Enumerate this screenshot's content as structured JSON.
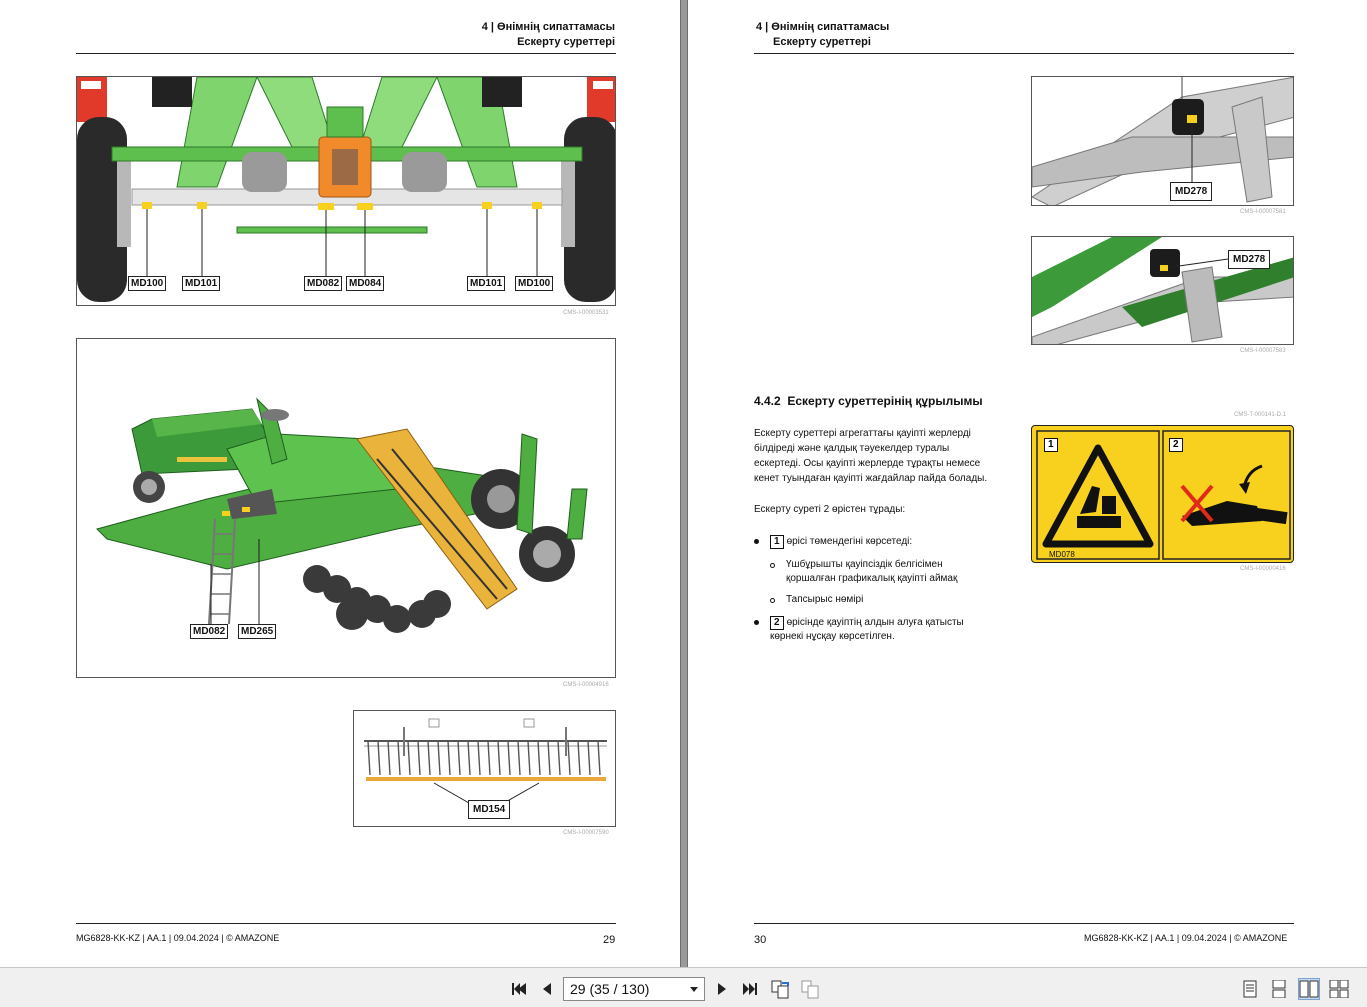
{
  "left_page": {
    "header_chapter": "4 | Өнімнің сипаттамасы",
    "header_section": "Ескерту суреттері",
    "fig1": {
      "callouts": [
        "MD100",
        "MD101",
        "MD082",
        "MD084",
        "MD101",
        "MD100"
      ],
      "id": "CMS-I-00003531"
    },
    "fig2": {
      "callouts": [
        "MD082",
        "MD265"
      ],
      "id": "CMS-I-00004916"
    },
    "fig3": {
      "callouts": [
        "MD154"
      ],
      "id": "CMS-I-00007590"
    },
    "footer": "MG6828-KK-KZ | AA.1 | 09.04.2024 | © AMAZONE",
    "page_number": "29"
  },
  "right_page": {
    "header_chapter": "4 | Өнімнің сипаттамасы",
    "header_section": "Ескерту суреттері",
    "fig1": {
      "callout": "MD278",
      "id": "CMS-I-00007581"
    },
    "fig2": {
      "callout": "MD278",
      "id": "CMS-I-00007583"
    },
    "section_number": "4.4.2",
    "section_title": "Ескерту суреттерінің құрылымы",
    "section_id": "CMS-T-000141-D.1",
    "para1_lines": [
      "Ескерту суреттері агрегаттағы қауіпті жерлерді",
      "білдіреді және қалдық тәуекелдер туралы",
      "ескертеді. Осы қауіпті жерлерде тұрақты немесе",
      "кенет туындаған қауіпті жағдайлар пайда болады."
    ],
    "para2": "Ескерту суреті 2 өрістен тұрады:",
    "bullet1_num": "1",
    "bullet1_text": "өрісі төмендегіні көрсетеді:",
    "sub1_lines": [
      "Үшбұрышты қауіпсіздік белгісімен",
      "қоршалған графикалық қауіпті аймақ"
    ],
    "sub2": "Тапсырыс нөмірі",
    "bullet2_num": "2",
    "bullet2_lines": [
      "өрісінде қауіптің алдын алуға қатысты",
      "көрнекі нұсқау көрсетілген."
    ],
    "sign": {
      "field1": "1",
      "field2": "2",
      "code": "MD078",
      "id": "CMS-I-00000416"
    },
    "footer": "MG6828-KK-KZ | AA.1 | 09.04.2024 | © AMAZONE",
    "page_number": "30"
  },
  "toolbar": {
    "page_selector": "29 (35 / 130)",
    "icons": [
      "first-page-icon",
      "prev-page-icon",
      "next-page-icon",
      "last-page-icon",
      "back-view-icon",
      "forward-view-icon",
      "single-page-icon",
      "continuous-icon",
      "two-page-icon",
      "two-page-continuous-icon"
    ]
  },
  "colors": {
    "amazone_green": "#3c9a3a",
    "sign_yellow": "#f7d11e",
    "orange": "#f08a2a",
    "rotor_yellow": "#e9b33c"
  }
}
